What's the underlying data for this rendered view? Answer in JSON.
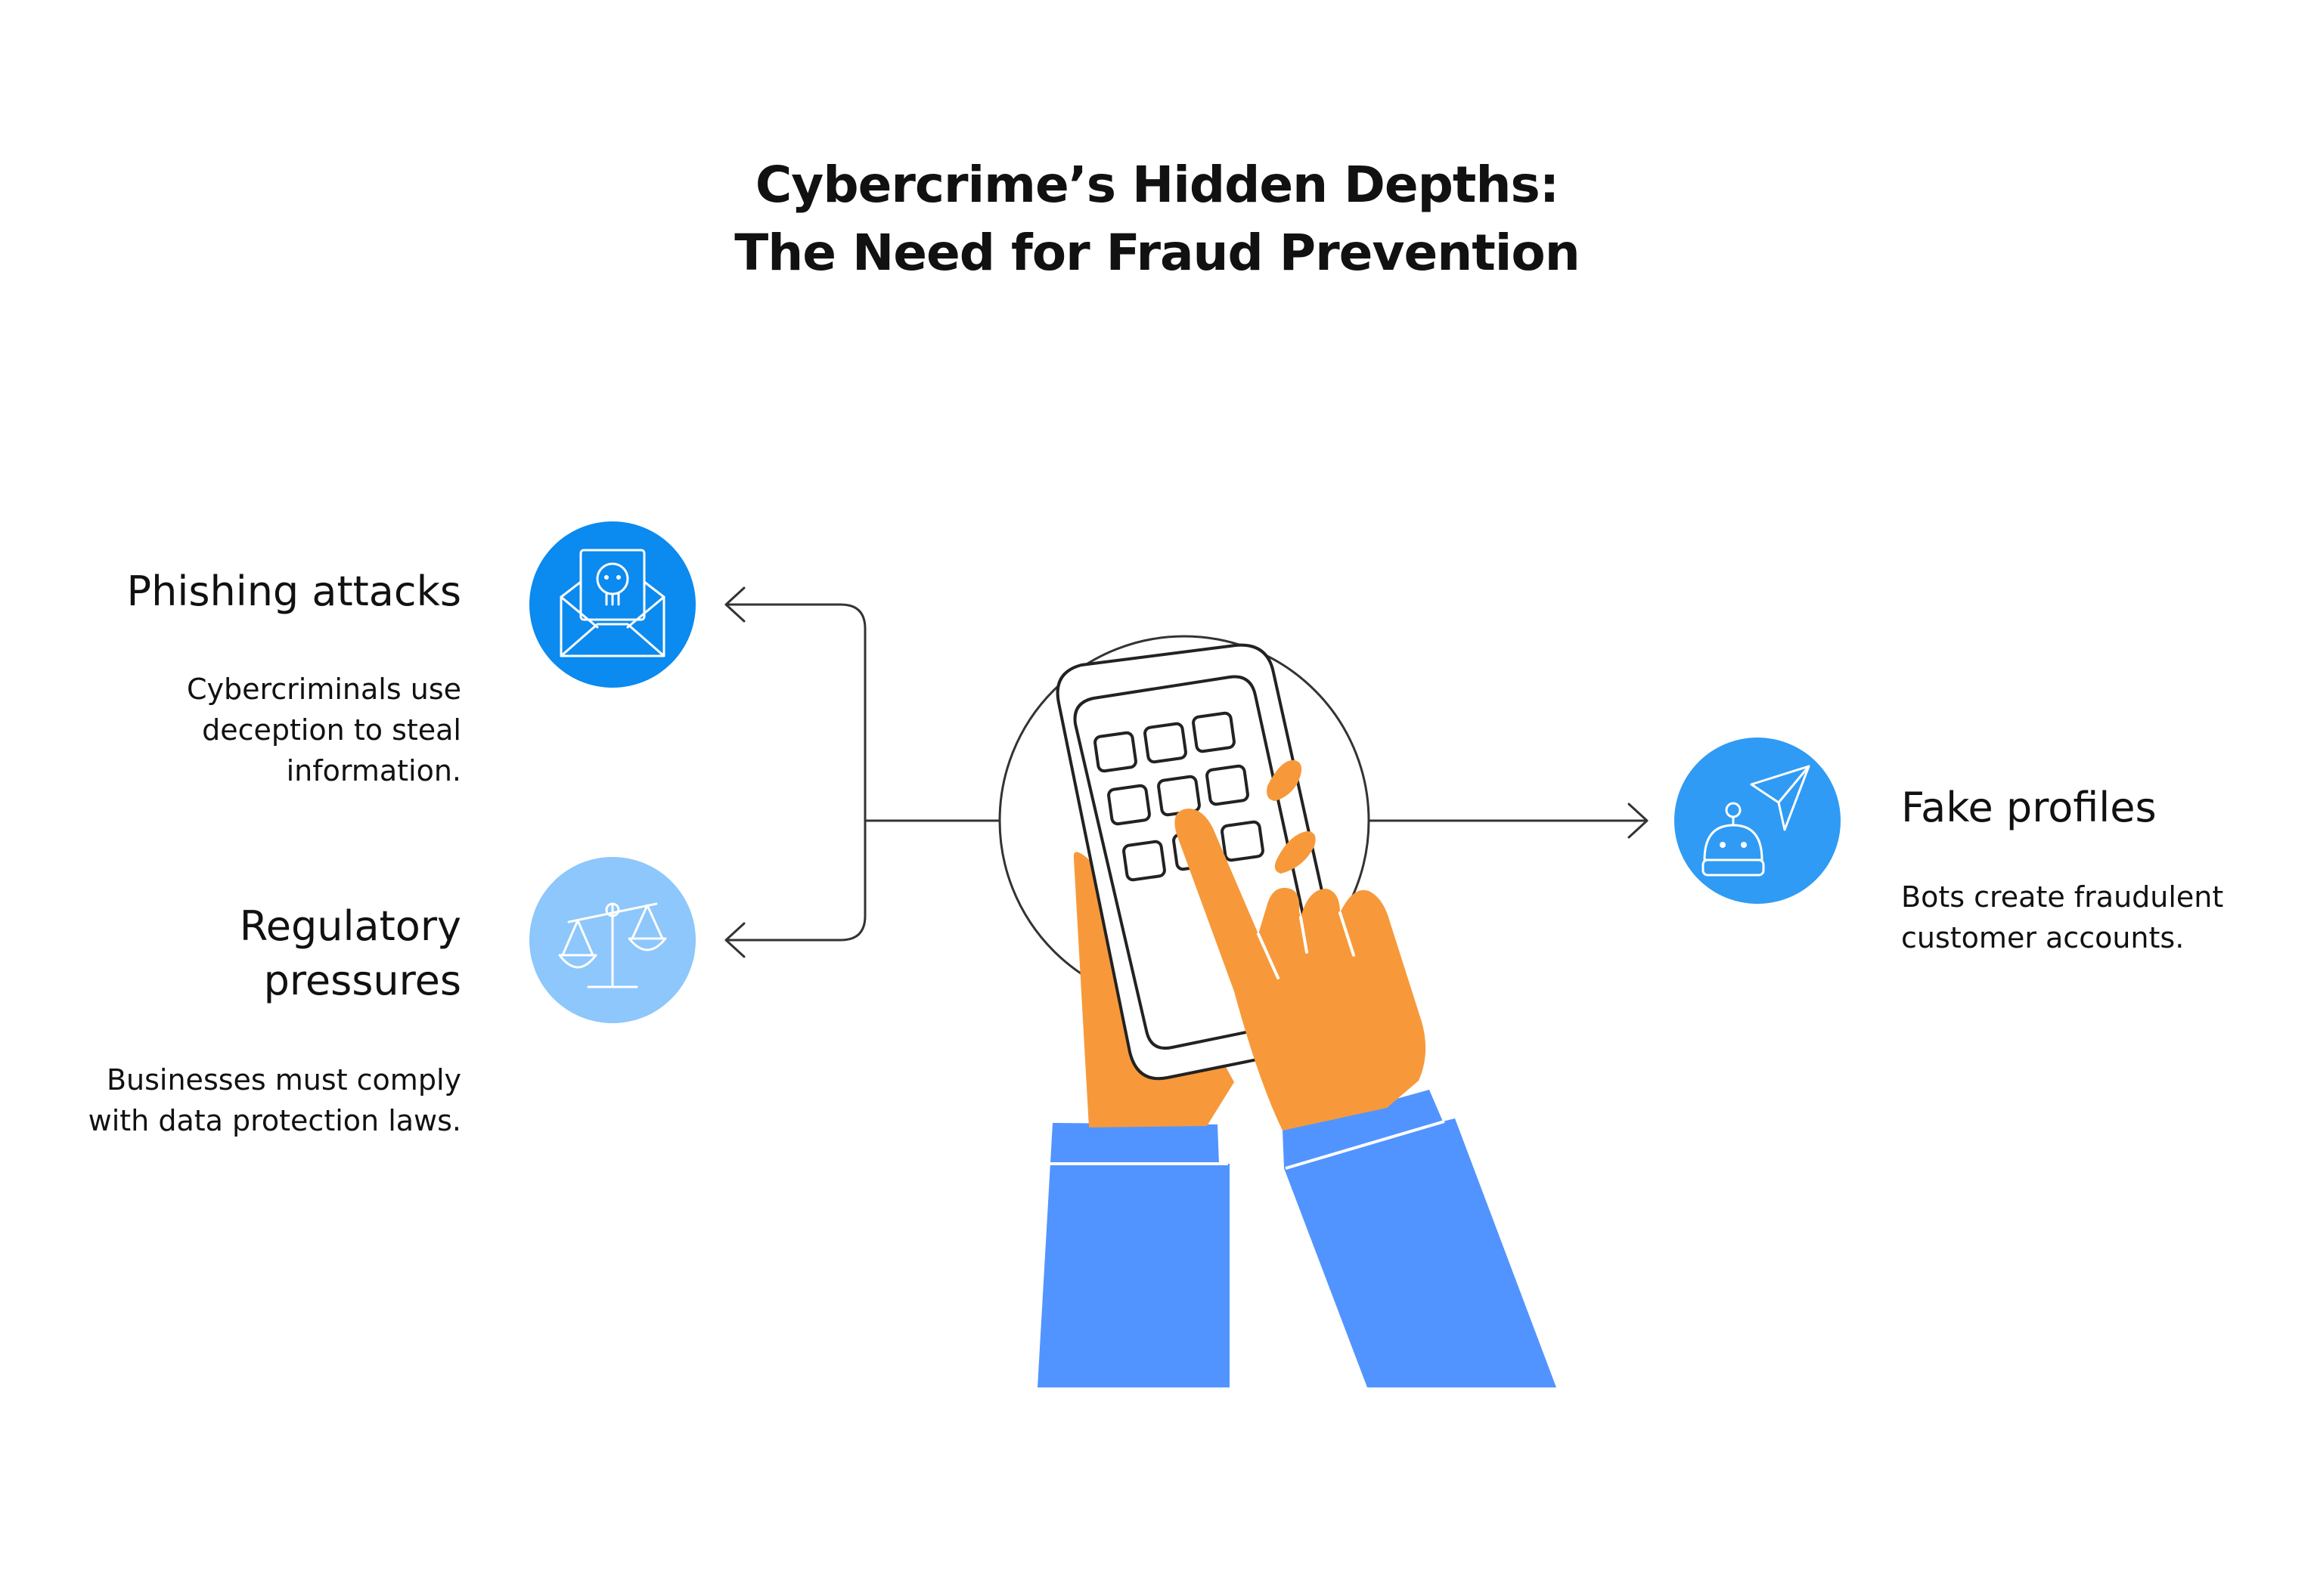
{
  "title": {
    "line1": "Cybercrime’s Hidden Depths:",
    "line2": "The Need for Fraud Prevention"
  },
  "items": [
    {
      "heading": "Phishing attacks",
      "description": "Cybercriminals use deception to steal information.",
      "icon": "phishing-envelope-icon",
      "color": "#0B8AF0"
    },
    {
      "heading": "Regulatory pressures",
      "description": "Businesses must comply with data protection laws.",
      "icon": "scales-icon",
      "color": "#8DC7FB"
    },
    {
      "heading": "Fake profiles",
      "description": "Bots create fraudulent customer accounts.",
      "icon": "bot-cursor-icon",
      "color": "#2F9BF4"
    }
  ],
  "colors": {
    "skin": "#F7993A",
    "sleeve": "#5294FF",
    "line": "#333333"
  }
}
